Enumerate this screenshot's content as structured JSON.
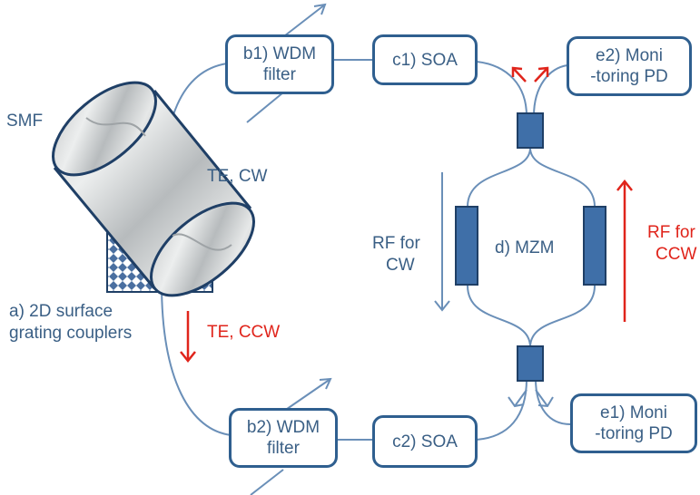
{
  "colors": {
    "line": "#6a8fb8",
    "box_border": "#2f5f8f",
    "text": "#3a5f85",
    "highlight": "#e0241b",
    "electrode": "#3f6fa8"
  },
  "labels": {
    "smf": "SMF",
    "coupler_line1": "a) 2D surface",
    "coupler_line2": "grating couplers",
    "te_cw": "TE, CW",
    "te_ccw": "TE, CCW",
    "rf_cw_line1": "RF for",
    "rf_cw_line2": "CW",
    "rf_ccw_line1": "RF for",
    "rf_ccw_line2": "CCW",
    "mzm": "d) MZM"
  },
  "boxes": {
    "b1": {
      "line1": "b1) WDM",
      "line2": "filter"
    },
    "b2": {
      "line1": "b2) WDM",
      "line2": "filter"
    },
    "c1": {
      "line1": "c1) SOA"
    },
    "c2": {
      "line1": "c2) SOA"
    },
    "e1": {
      "line1": "e1) Moni",
      "line2": "-toring PD"
    },
    "e2": {
      "line1": "e2) Moni",
      "line2": "-toring PD"
    }
  }
}
